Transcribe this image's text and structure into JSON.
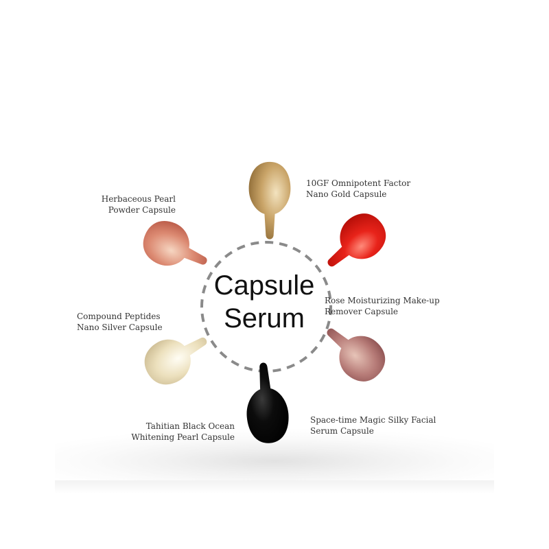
{
  "title": {
    "line1": "Capsule",
    "line2": "Serum"
  },
  "capsules": [
    {
      "name": "gold",
      "label1": "10GF Omnipotent Factor",
      "label2": "Nano Gold Capsule",
      "color": "#c9a468"
    },
    {
      "name": "herbaceous",
      "label1": "Herbaceous Pearl",
      "label2": "Powder Capsule",
      "color": "#d98470"
    },
    {
      "name": "red",
      "label1": "Rose Moisturizing Make-up",
      "label2": "Remover Capsule",
      "color": "#e01a10"
    },
    {
      "name": "silver",
      "label1": "Compound Peptides",
      "label2": "Nano Silver Capsule",
      "color": "#e8dcb8"
    },
    {
      "name": "spacetime",
      "label1": "Space-time Magic Silky Facial",
      "label2": "Serum Capsule",
      "color": "#b77c78"
    },
    {
      "name": "black",
      "label1": "Tahitian Black Ocean",
      "label2": "Whitening Pearl Capsule",
      "color": "#0c0c0c"
    }
  ]
}
